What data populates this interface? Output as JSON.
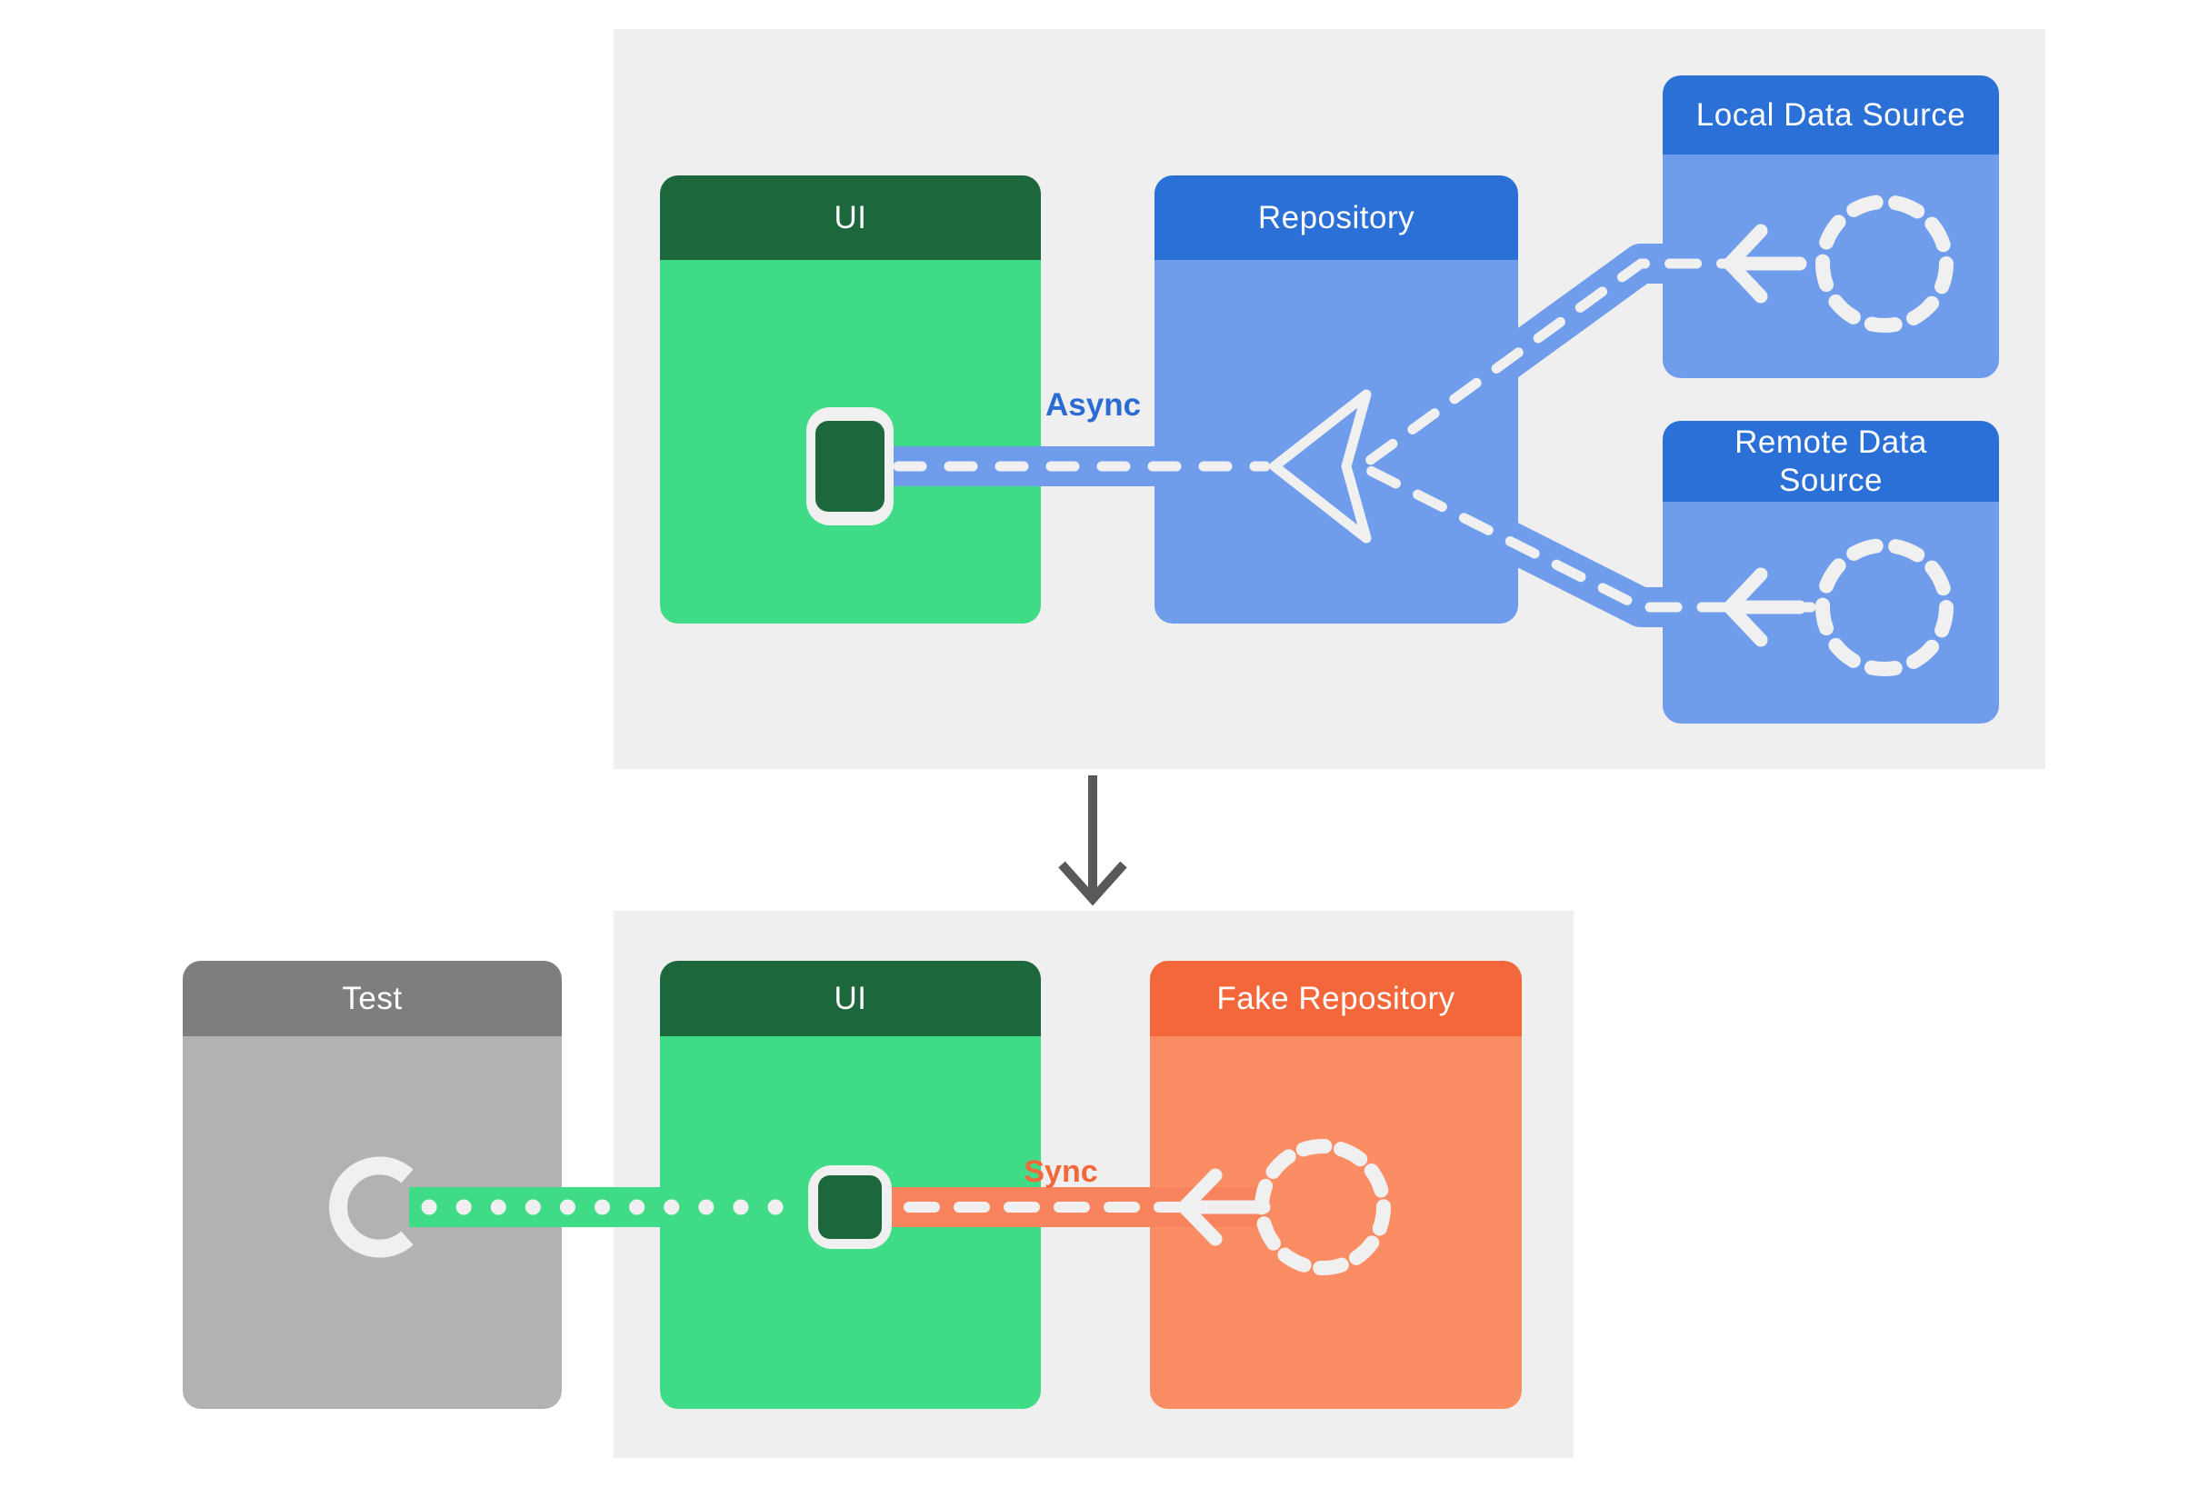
{
  "colors": {
    "page_bg": "#ffffff",
    "panel_bg": "#efefef",
    "green_header": "#1d673c",
    "green_body": "#40db86",
    "blue_header": "#2b70d7",
    "blue_body": "#6f9deb",
    "orange_header": "#f4673b",
    "orange_body": "#fa8d64",
    "orange_band": "#f8845e",
    "gray_header": "#7e7e7e",
    "gray_body": "#b2b2b2",
    "stroke_white": "#f0f0f0",
    "label_blue": "#2b6bd4",
    "label_orange": "#f4673b",
    "arrow_gray": "#58595b",
    "title_text": "#ffffff"
  },
  "top_panel": {
    "ui_card": {
      "title": "UI"
    },
    "repository_card": {
      "title": "Repository"
    },
    "local_data_source_card": {
      "title": "Local Data Source"
    },
    "remote_data_source_card": {
      "title": "Remote Data Source"
    },
    "connector_label": "Async"
  },
  "bottom_panel": {
    "test_card": {
      "title": "Test"
    },
    "ui_card": {
      "title": "UI"
    },
    "fake_repository_card": {
      "title": "Fake Repository"
    },
    "connector_label": "Sync"
  }
}
